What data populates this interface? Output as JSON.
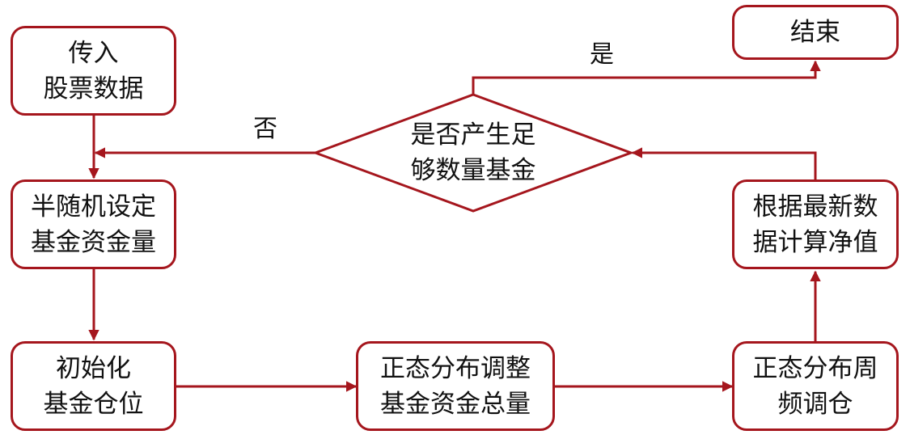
{
  "colors": {
    "stroke": "#a5161d",
    "text": "#111111",
    "background": "#ffffff"
  },
  "nodes": {
    "input": {
      "line1": "传入",
      "line2": "股票数据"
    },
    "set_funds": {
      "line1": "半随机设定",
      "line2": "基金资金量"
    },
    "init_positions": {
      "line1": "初始化",
      "line2": "基金仓位"
    },
    "adjust_total": {
      "line1": "正态分布调整",
      "line2": "基金资金总量"
    },
    "rebalance": {
      "line1": "正态分布周",
      "line2": "频调仓"
    },
    "compute_nav": {
      "line1": "根据最新数",
      "line2": "据计算净值"
    },
    "decision": {
      "line1": "是否产生足",
      "line2": "够数量基金"
    },
    "end": {
      "line1": "结束"
    }
  },
  "edge_labels": {
    "yes": "是",
    "no": "否"
  }
}
